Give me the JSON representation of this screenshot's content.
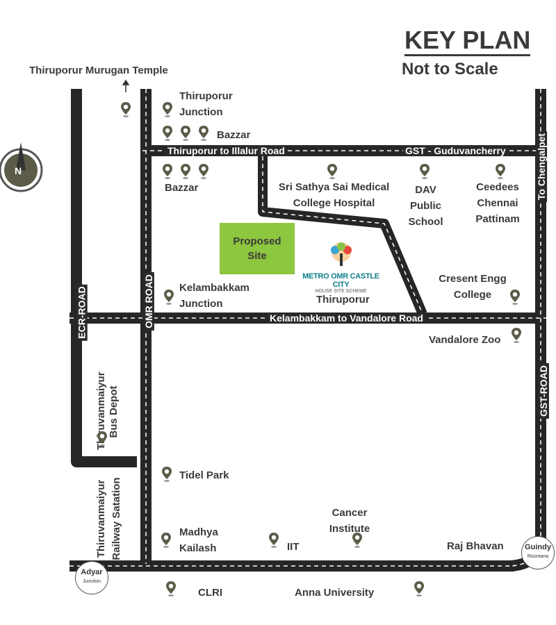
{
  "header": {
    "title": "KEY PLAN",
    "subtitle": "Not to Scale"
  },
  "compass": {
    "label": "N"
  },
  "roads": {
    "top": "Thiruporur to Illalur Road",
    "gst_top": "GST - Guduvancherry",
    "kelambakkam": "Kelambakkam to Vandalore Road",
    "ecr": "ECR-ROAD",
    "omr": "OMR ROAD",
    "gst": "GST-ROAD",
    "chengalpet": "To Chengalpet"
  },
  "site": {
    "label": "Proposed Site"
  },
  "logo": {
    "name": "METRO OMR CASTLE CITY",
    "tagline": "HOUSE SITE SCHEME"
  },
  "places": {
    "murugan": "Thiruporur Murugan Temple",
    "thiruporur_junction": "Thiruporur Junction",
    "bazzar_top": "Bazzar",
    "bazzar_bottom": "Bazzar",
    "sri_sathya": "Sri Sathya Sai Medical College Hospital",
    "dav": "DAV Public School",
    "ceedees": "Ceedees Chennai Pattinam",
    "thiruporur": "Thiruporur",
    "kelambakkam_junction": "Kelambakkam Junction",
    "cresent": "Cresent Engg College",
    "vandalore": "Vandalore Zoo",
    "bus_depot": "Thiruvanmaiyur Bus Depot",
    "tidel": "Tidel Park",
    "railway": "Thiruvanmaiyur Railway Satation",
    "madhya": "Madhya Kailash",
    "iit": "IIT",
    "cancer": "Cancer Institute",
    "raj_bhavan": "Raj Bhavan",
    "clri": "CLRI",
    "anna": "Anna University"
  },
  "junctions": {
    "adyar": {
      "name": "Adyar",
      "sub": "Junction"
    },
    "guindy": {
      "name": "Guindy",
      "sub": "Rountana"
    }
  }
}
